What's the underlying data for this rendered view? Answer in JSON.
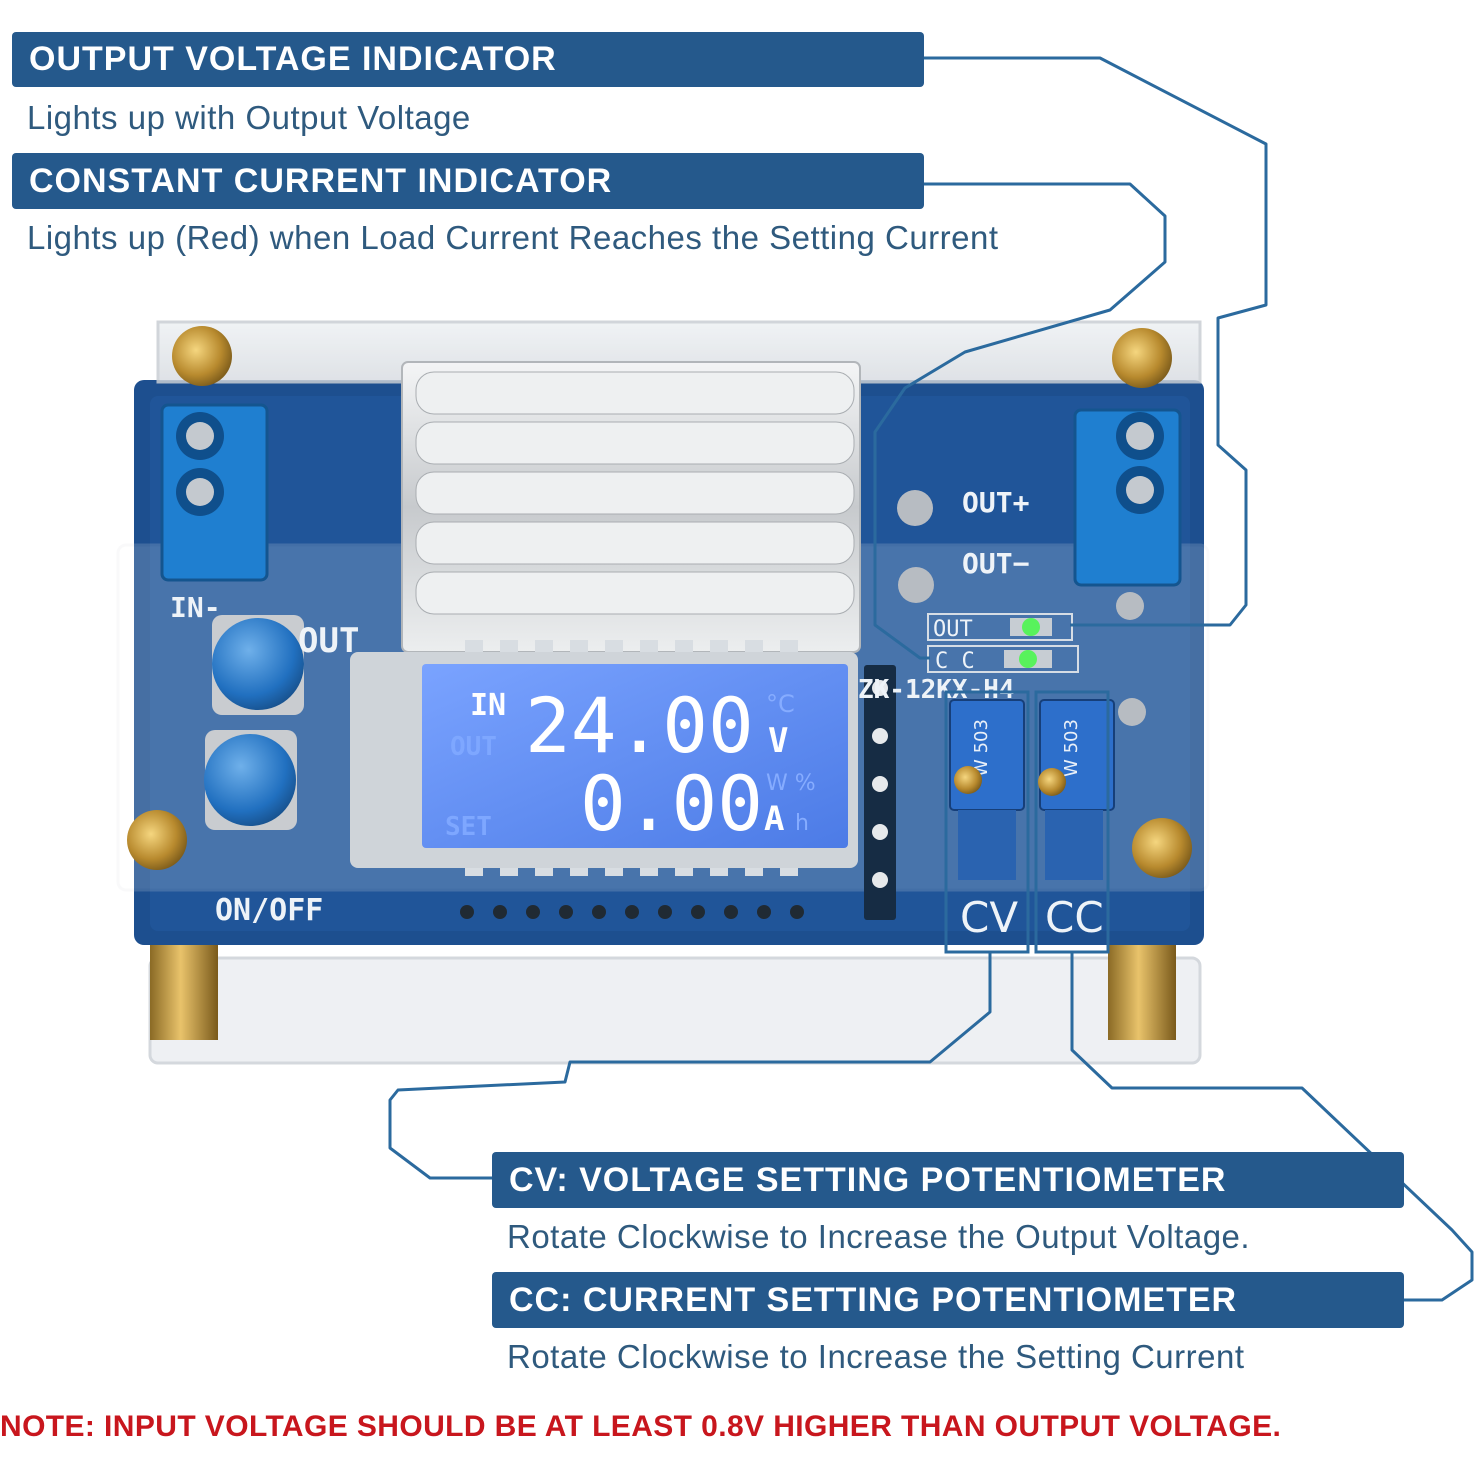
{
  "callouts": {
    "output_indicator": {
      "title": "OUTPUT VOLTAGE INDICATOR",
      "desc": "Lights up with Output Voltage"
    },
    "cc_indicator": {
      "title": "CONSTANT CURRENT INDICATOR",
      "desc": "Lights up (Red) when Load Current Reaches the Setting Current"
    },
    "cv_pot": {
      "title": "CV: VOLTAGE SETTING POTENTIOMETER",
      "desc": "Rotate Clockwise to Increase the Output Voltage."
    },
    "cc_pot": {
      "title": "CC: CURRENT SETTING POTENTIOMETER",
      "desc": "Rotate Clockwise to Increase the Setting Current"
    }
  },
  "note": "NOTE: INPUT VOLTAGE SHOULD BE AT LEAST 0.8V HIGHER THAN OUTPUT VOLTAGE.",
  "board": {
    "silk_in_minus": "IN-",
    "silk_out": "OUT",
    "silk_out_plus": "OUT+",
    "silk_out_minus": "OUT−",
    "silk_on_off": "ON/OFF",
    "silk_model": "ZK-12KX-H4",
    "led_out_label": "OUT",
    "led_cc_label": "C C",
    "pot_cv_label": "CV",
    "pot_cc_label": "CC",
    "pot_marking": "W 503",
    "lcd": {
      "row1_mode": "IN",
      "row1_value": "24.00",
      "row1_unit": "V",
      "row2_value": "0.00",
      "row2_unit": "A",
      "ghost_out": "OUT",
      "ghost_set": "SET",
      "ghost_celsius": "°C",
      "ghost_w_pct": "W %",
      "ghost_h": "h"
    }
  },
  "colors": {
    "header_bg": "#25598c",
    "desc_text": "#2f5a7e",
    "note_text": "#c8161d",
    "pcb": "#1d4f8f",
    "lcd_bg": "#5d8bf2",
    "led_green": "#58f25c"
  }
}
